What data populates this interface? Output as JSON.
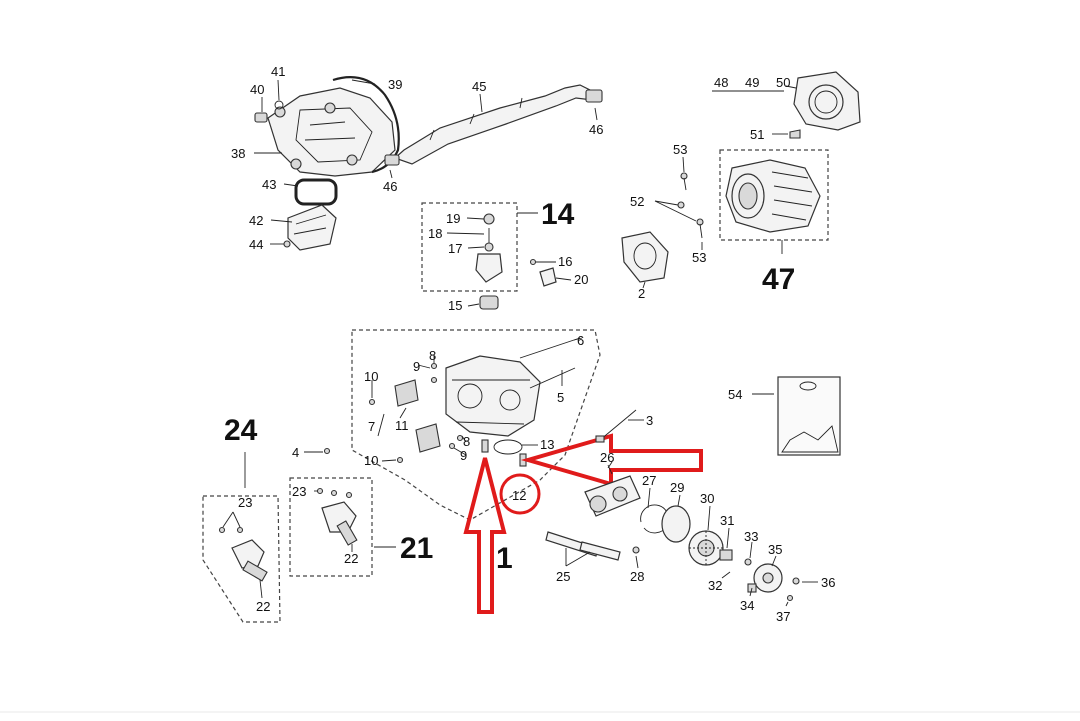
{
  "diagram": {
    "callouts": {
      "c41": "41",
      "c40": "40",
      "c39": "39",
      "c38": "38",
      "c43": "43",
      "c42": "42",
      "c44": "44",
      "c45": "45",
      "c46a": "46",
      "c46b": "46",
      "c48": "48",
      "c49": "49",
      "c50": "50",
      "c51": "51",
      "c53a": "53",
      "c52": "52",
      "c53b": "53",
      "c19": "19",
      "c18": "18",
      "c17": "17",
      "c16": "16",
      "c20": "20",
      "c15": "15",
      "c2": "2",
      "c6": "6",
      "c8a": "8",
      "c9a": "9",
      "c10a": "10",
      "c5": "5",
      "c7": "7",
      "c11": "11",
      "c8b": "8",
      "c9b": "9",
      "c10b": "10",
      "c13": "13",
      "c26": "26",
      "c12": "12",
      "c3": "3",
      "c54": "54",
      "c4": "4",
      "c23a": "23",
      "c23b": "23",
      "c22a": "22",
      "c22b": "22",
      "c27": "27",
      "c29": "29",
      "c30": "30",
      "c31": "31",
      "c33": "33",
      "c35": "35",
      "c36": "36",
      "c32": "32",
      "c34": "34",
      "c37": "37",
      "c25": "25",
      "c28": "28"
    },
    "group_labels": {
      "g14": "14",
      "g47": "47",
      "g24": "24",
      "g21": "21",
      "g1": "1"
    },
    "highlight_color": "#e01b1b"
  }
}
